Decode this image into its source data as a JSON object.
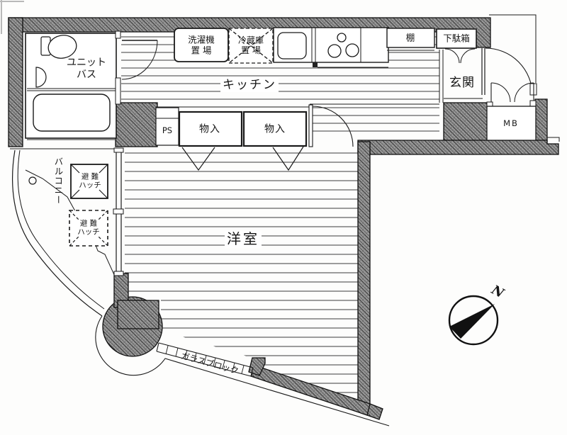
{
  "colors": {
    "wall_fill": "#9a9a9a",
    "wall_hatch": "#2a2a2a",
    "line": "#1a1a1a",
    "floor": "#ffffff"
  },
  "labels": {
    "unit_bath": {
      "line1": "ユニット",
      "line2": "バス"
    },
    "washer": {
      "line1": "洗濯機",
      "line2": "置 場"
    },
    "fridge": {
      "line1": "冷蔵庫",
      "line2": "置 場"
    },
    "kitchen": "キッチン",
    "shelf": "棚",
    "shoe_box": "下駄箱",
    "entrance": "玄関",
    "mb": "MB",
    "ps": "PS",
    "storage_left": "物入",
    "storage_right": "物入",
    "balcony": "バルコニー",
    "hatch_upper": {
      "line1": "避 難",
      "line2": "ハッチ"
    },
    "hatch_lower": {
      "line1": "避 難",
      "line2": "ハッチ"
    },
    "western_room": "洋室",
    "glass_block": "ガラスブロック",
    "compass_north": "N"
  }
}
